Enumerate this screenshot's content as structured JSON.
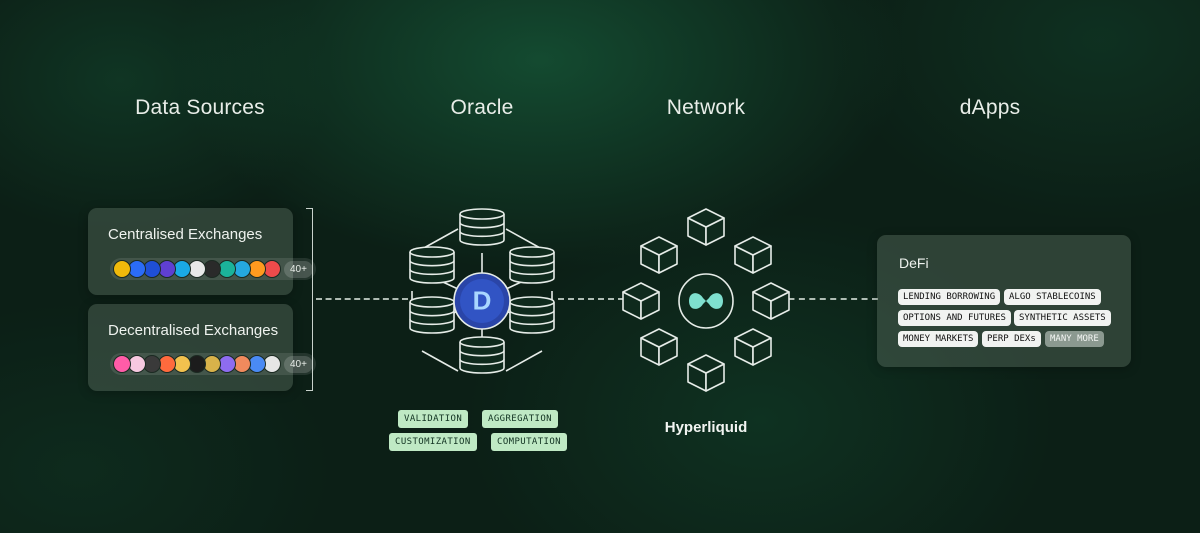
{
  "columns": {
    "data_sources": "Data Sources",
    "oracle": "Oracle",
    "network": "Network",
    "dapps": "dApps"
  },
  "data_sources": {
    "centralised": {
      "title": "Centralised Exchanges",
      "logo_colors": [
        "#f0b90b",
        "#2b6cf6",
        "#1f4fd6",
        "#5f3fd1",
        "#1aa9e6",
        "#e8e8e8",
        "#2a2a2a",
        "#1bb39a",
        "#25a8e0",
        "#ff9a1f",
        "#ee4b4b"
      ],
      "more": "40+"
    },
    "decentralised": {
      "title": "Decentralised Exchanges",
      "logo_colors": [
        "#ff5ca8",
        "#f7c8e0",
        "#3a3a3a",
        "#ff6a3d",
        "#f2c14e",
        "#1c1c1c",
        "#d8b24a",
        "#8e6cf0",
        "#f08a5d",
        "#4a8af4",
        "#e6e6e6"
      ],
      "more": "40+"
    }
  },
  "oracle": {
    "logo_letter": "D",
    "tags": [
      "VALIDATION",
      "AGGREGATION",
      "CUSTOMIZATION",
      "COMPUTATION"
    ]
  },
  "network": {
    "label": "Hyperliquid"
  },
  "dapps": {
    "title": "DeFi",
    "tags": [
      "LENDING BORROWING",
      "ALGO STABLECOINS",
      "OPTIONS AND FUTURES",
      "SYNTHETIC ASSETS",
      "MONEY MARKETS",
      "PERP DEXs"
    ],
    "more": "MANY MORE"
  }
}
